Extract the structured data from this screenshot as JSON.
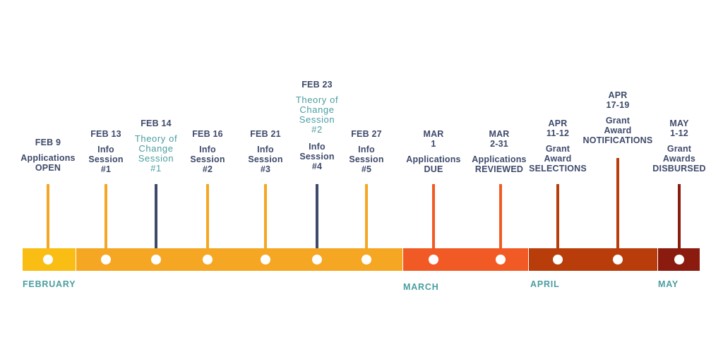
{
  "colors": {
    "navy": "#3e4a6b",
    "teal": "#4a9ea0",
    "february_early": "#f9bd14",
    "february": "#f5a623",
    "march": "#f15a24",
    "april": "#b83d0b",
    "may": "#8b1a0f"
  },
  "months": [
    {
      "label": "FEBRUARY"
    },
    {
      "label": "MARCH"
    },
    {
      "label": "APRIL"
    },
    {
      "label": "MAY"
    }
  ],
  "events": [
    {
      "date": [
        "FEB 9"
      ],
      "text": [
        "Applications",
        "OPEN"
      ],
      "stem": "#f5a623",
      "style": "normal"
    },
    {
      "date": [
        "FEB 13"
      ],
      "text": [
        "Info",
        "Session",
        "#1"
      ],
      "stem": "#f5a623",
      "style": "normal"
    },
    {
      "date": [
        "FEB 14"
      ],
      "text": [
        "Theory of",
        "Change",
        "Session",
        "#1"
      ],
      "stem": "#3e4a6b",
      "style": "teal"
    },
    {
      "date": [
        "FEB 16"
      ],
      "text": [
        "Info",
        "Session",
        "#2"
      ],
      "stem": "#f5a623",
      "style": "normal"
    },
    {
      "date": [
        "FEB 21"
      ],
      "text": [
        "Info",
        "Session",
        "#3"
      ],
      "stem": "#f5a623",
      "style": "normal"
    },
    {
      "date": [
        "FEB 23"
      ],
      "text": [
        "Theory of",
        "Change",
        "Session",
        "#2",
        "",
        "Info",
        "Session",
        "#4"
      ],
      "stem": "#3e4a6b",
      "style": "mixed"
    },
    {
      "date": [
        "FEB 27"
      ],
      "text": [
        "Info",
        "Session",
        "#5"
      ],
      "stem": "#f5a623",
      "style": "normal"
    },
    {
      "date": [
        "MAR",
        "1"
      ],
      "text": [
        "Applications",
        "DUE"
      ],
      "stem": "#f15a24",
      "style": "normal"
    },
    {
      "date": [
        "MAR",
        "2-31"
      ],
      "text": [
        "Applications",
        "REVIEWED"
      ],
      "stem": "#f15a24",
      "style": "normal"
    },
    {
      "date": [
        "APR",
        "11-12"
      ],
      "text": [
        "Grant",
        "Award",
        "SELECTIONS"
      ],
      "stem": "#b83d0b",
      "style": "normal"
    },
    {
      "date": [
        "APR",
        "17-19"
      ],
      "text": [
        "Grant",
        "Award",
        "NOTIFICATIONS"
      ],
      "stem": "#b83d0b",
      "style": "normal"
    },
    {
      "date": [
        "MAY",
        "1-12"
      ],
      "text": [
        "Grant",
        "Awards",
        "DISBURSED"
      ],
      "stem": "#8b1a0f",
      "style": "normal"
    }
  ]
}
